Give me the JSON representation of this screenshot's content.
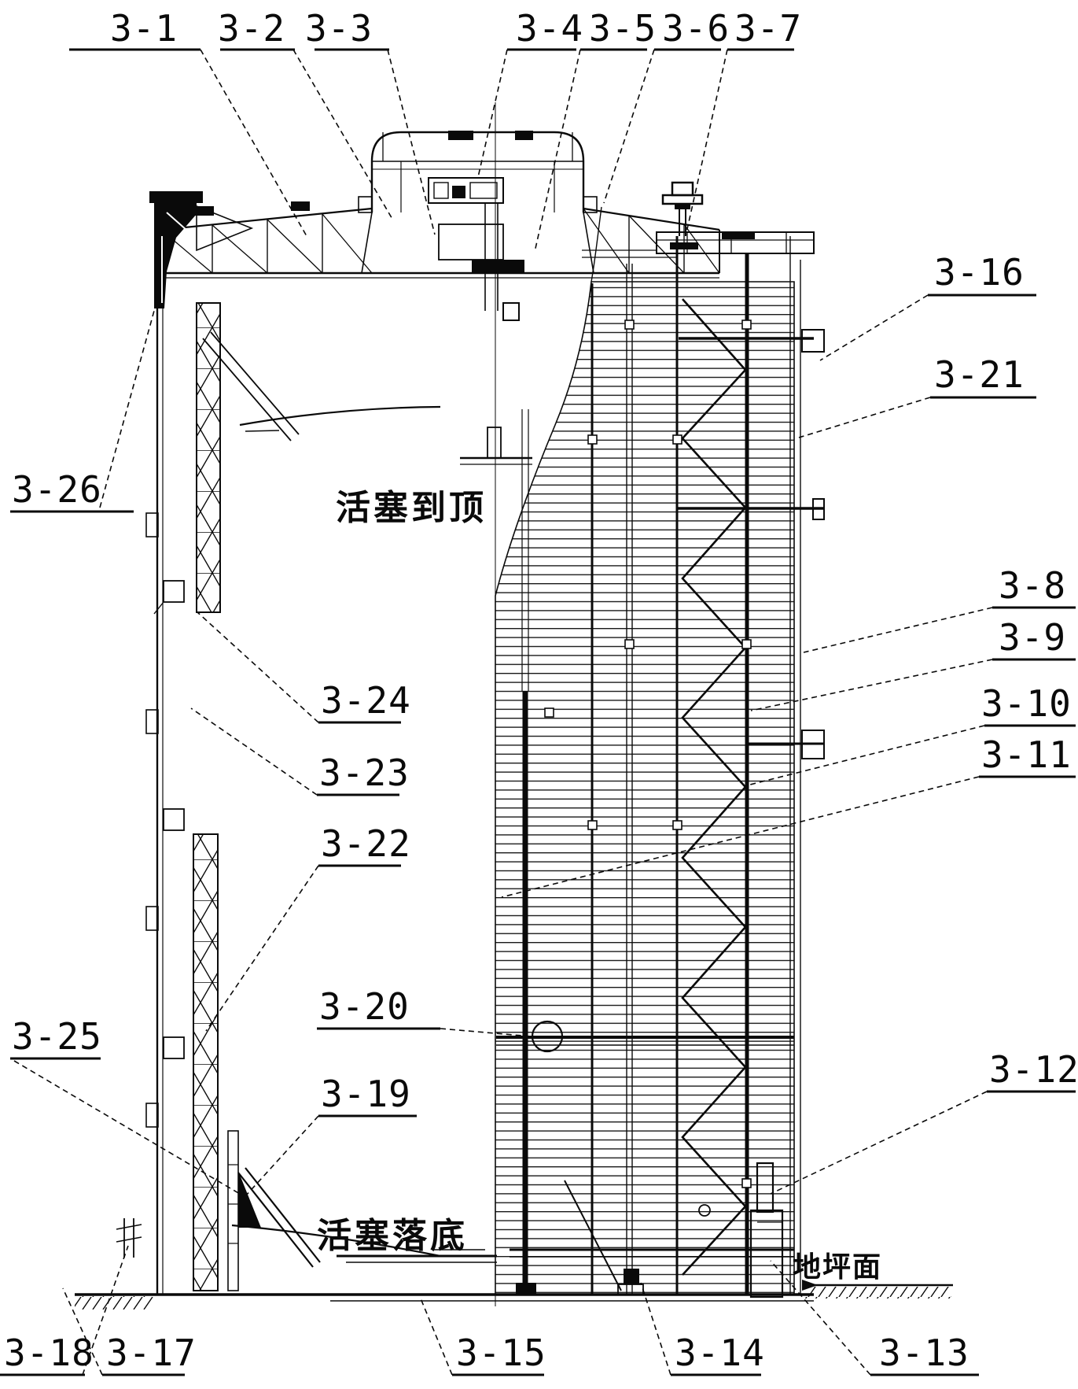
{
  "figure": {
    "kind": "patent engineering elevation/section drawing of piston gas holder",
    "colors": {
      "line": "#0a0a0a",
      "background": "#ffffff"
    },
    "annotations": {
      "piston_top": "活塞到顶",
      "piston_bottom": "活塞落底",
      "ground_surface": "地坪面"
    }
  },
  "labels": [
    {
      "id": "3-1",
      "text": "3-1"
    },
    {
      "id": "3-2",
      "text": "3-2"
    },
    {
      "id": "3-3",
      "text": "3-3"
    },
    {
      "id": "3-4",
      "text": "3-4"
    },
    {
      "id": "3-5",
      "text": "3-5"
    },
    {
      "id": "3-6",
      "text": "3-6"
    },
    {
      "id": "3-7",
      "text": "3-7"
    },
    {
      "id": "3-8",
      "text": "3-8"
    },
    {
      "id": "3-9",
      "text": "3-9"
    },
    {
      "id": "3-10",
      "text": "3-10"
    },
    {
      "id": "3-11",
      "text": "3-11"
    },
    {
      "id": "3-12",
      "text": "3-12"
    },
    {
      "id": "3-13",
      "text": "3-13"
    },
    {
      "id": "3-14",
      "text": "3-14"
    },
    {
      "id": "3-15",
      "text": "3-15"
    },
    {
      "id": "3-16",
      "text": "3-16"
    },
    {
      "id": "3-17",
      "text": "3-17"
    },
    {
      "id": "3-18",
      "text": "3-18"
    },
    {
      "id": "3-19",
      "text": "3-19"
    },
    {
      "id": "3-20",
      "text": "3-20"
    },
    {
      "id": "3-21",
      "text": "3-21"
    },
    {
      "id": "3-22",
      "text": "3-22"
    },
    {
      "id": "3-23",
      "text": "3-23"
    },
    {
      "id": "3-24",
      "text": "3-24"
    },
    {
      "id": "3-25",
      "text": "3-25"
    },
    {
      "id": "3-26",
      "text": "3-26"
    }
  ]
}
